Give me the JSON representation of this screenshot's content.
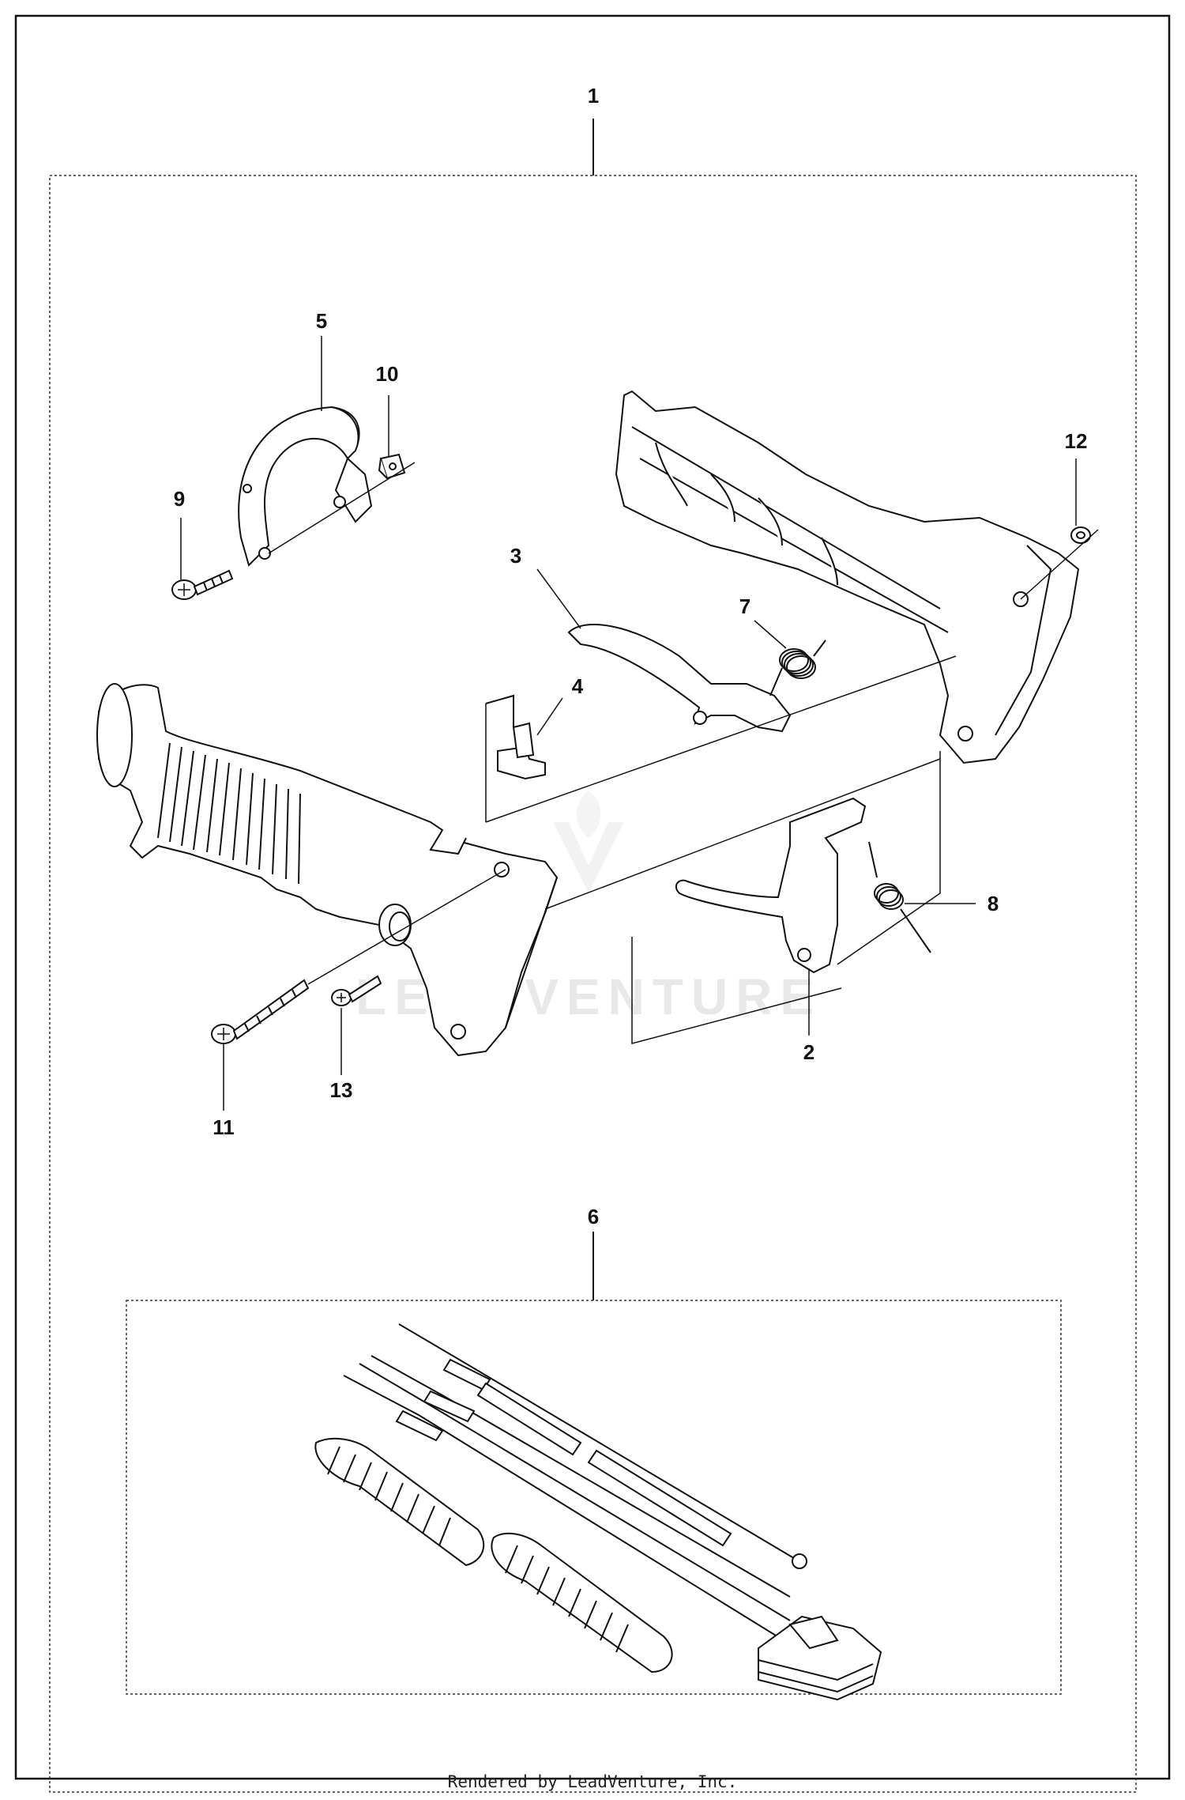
{
  "diagram": {
    "callouts": {
      "c1": "1",
      "c2": "2",
      "c3": "3",
      "c4": "4",
      "c5": "5",
      "c6": "6",
      "c7": "7",
      "c8": "8",
      "c9": "9",
      "c10": "10",
      "c11": "11",
      "c12": "12",
      "c13": "13"
    },
    "watermark": "LEADVENTURE"
  },
  "footer": {
    "text": "Rendered by LeadVenture, Inc."
  }
}
